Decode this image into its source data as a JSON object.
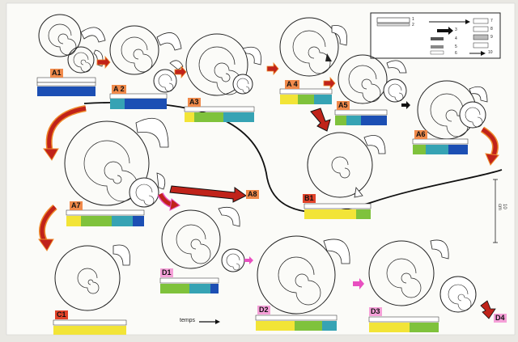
{
  "stages": [
    {
      "id": "A1",
      "label": "A1"
    },
    {
      "id": "A2",
      "label": "A 2"
    },
    {
      "id": "A3",
      "label": "A3"
    },
    {
      "id": "A4",
      "label": "A 4"
    },
    {
      "id": "A5",
      "label": "A5"
    },
    {
      "id": "A6",
      "label": "A6"
    },
    {
      "id": "A7",
      "label": "A7"
    },
    {
      "id": "A8",
      "label": "A8"
    },
    {
      "id": "B1",
      "label": "B1"
    },
    {
      "id": "C1",
      "label": "C1"
    },
    {
      "id": "D1",
      "label": "D1"
    },
    {
      "id": "D2",
      "label": "D2"
    },
    {
      "id": "D3",
      "label": "D3"
    },
    {
      "id": "D4",
      "label": "D4"
    }
  ],
  "time_label": "temps",
  "scale_label": "10 cm",
  "legend": {
    "numbers": [
      "1",
      "2",
      "3",
      "4",
      "5",
      "6",
      "7",
      "8",
      "9",
      "10"
    ]
  },
  "colors": {
    "paper": "#fbfbf8",
    "background": "#e9e8e3",
    "blue": "#1c4fb4",
    "teal": "#36a3b4",
    "green": "#7fc23c",
    "yellow": "#f2e437",
    "arrow_red": "#c0231a",
    "arrow_orange": "#ef8a2a",
    "arrow_pink": "#e84fc0"
  }
}
